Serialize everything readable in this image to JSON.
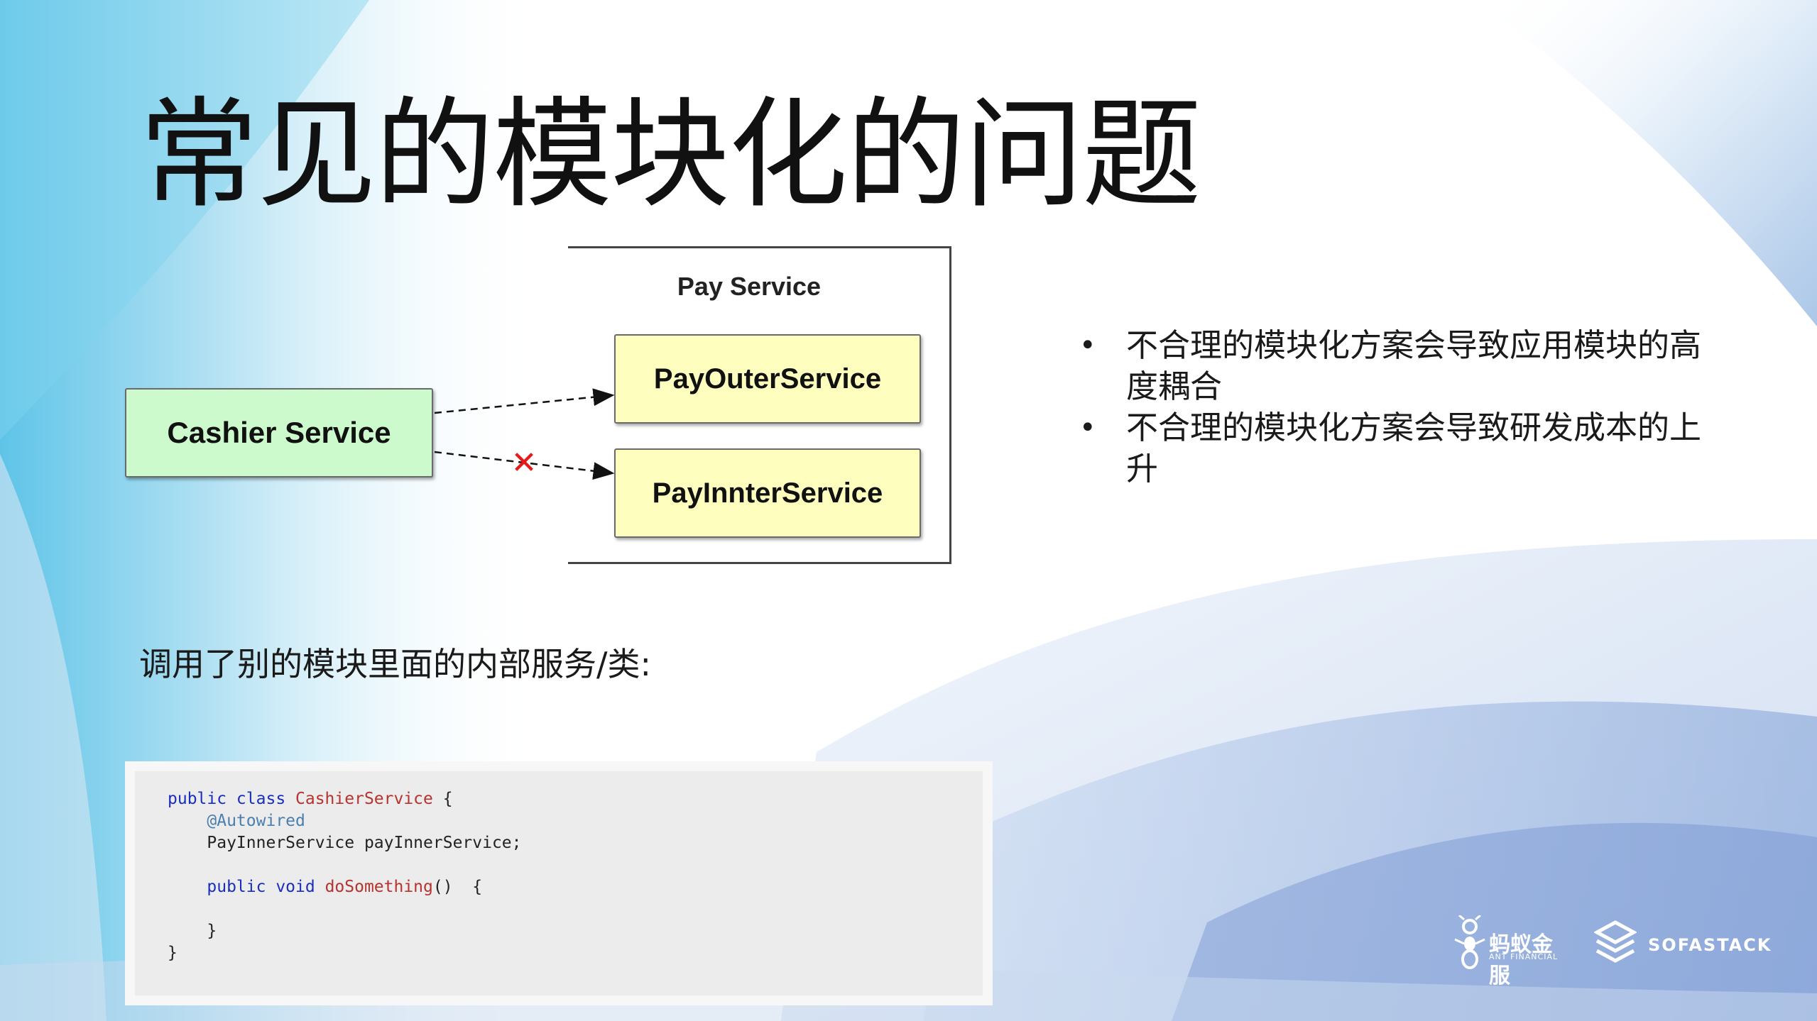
{
  "slide": {
    "title": "常见的模块化的问题",
    "subtitle": "调用了别的模块里面的内部服务/类:"
  },
  "diagram": {
    "container_label": "Pay Service",
    "cashier_label": "Cashier Service",
    "outer_label": "PayOuterService",
    "inner_label": "PayInnterService",
    "blocked_mark": "✕"
  },
  "bullets": [
    {
      "dot": "•",
      "text": "不合理的模块化方案会导致应用模块的高度耦合"
    },
    {
      "dot": "•",
      "text": "不合理的模块化方案会导致研发成本的上升"
    }
  ],
  "code": {
    "line1_kw": "public class ",
    "line1_cls": "CashierService",
    "line1_rest": " {",
    "line2_ann": "    @Autowired",
    "line3": "    PayInnerService payInnerService;",
    "line5_kw": "    public void ",
    "line5_fn": "doSomething",
    "line5_rest": "()  {",
    "line7": "    }",
    "line8": "}"
  },
  "logos": {
    "ant_text": "蚂蚁金服",
    "ant_sub": "ANT FINANCIAL",
    "sofa_text": "SOFASTACK"
  },
  "colors": {
    "cashier_fill": "#ccfacc",
    "service_fill": "#feffbf",
    "blocked_mark": "#e21b1b",
    "keyword": "#1b2fbf",
    "class_name": "#b8322e"
  }
}
